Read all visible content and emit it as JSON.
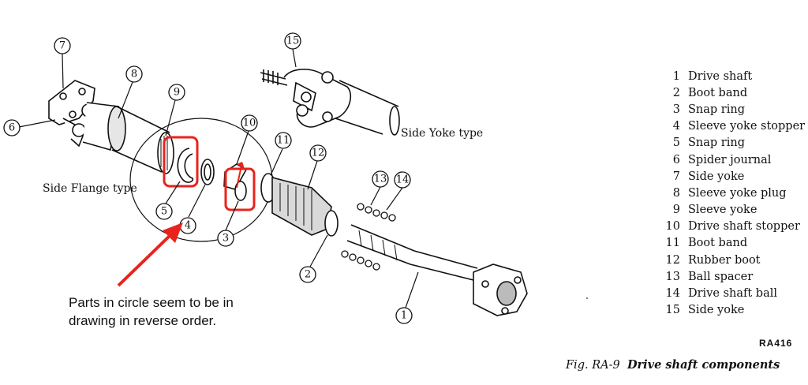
{
  "figure": {
    "caption_prefix": "Fig. RA-9",
    "caption_title": "Drive shaft components",
    "code": "RA416",
    "side_flange_label": "Side Flange type",
    "side_yoke_label": "Side Yoke type"
  },
  "annotation": {
    "line1": "Parts in circle seem to be in",
    "line2": "drawing in reverse order.",
    "color": "#e8231c"
  },
  "callouts": [
    "1",
    "2",
    "3",
    "4",
    "5",
    "6",
    "7",
    "8",
    "9",
    "10",
    "11",
    "12",
    "13",
    "14",
    "15"
  ],
  "legend": [
    {
      "num": "1",
      "name": "Drive shaft"
    },
    {
      "num": "2",
      "name": "Boot band"
    },
    {
      "num": "3",
      "name": "Snap ring"
    },
    {
      "num": "4",
      "name": "Sleeve yoke stopper"
    },
    {
      "num": "5",
      "name": "Snap ring"
    },
    {
      "num": "6",
      "name": "Spider journal"
    },
    {
      "num": "7",
      "name": "Side yoke"
    },
    {
      "num": "8",
      "name": "Sleeve yoke plug"
    },
    {
      "num": "9",
      "name": "Sleeve yoke"
    },
    {
      "num": "10",
      "name": "Drive shaft stopper"
    },
    {
      "num": "11",
      "name": "Boot band"
    },
    {
      "num": "12",
      "name": "Rubber boot"
    },
    {
      "num": "13",
      "name": "Ball spacer"
    },
    {
      "num": "14",
      "name": "Drive shaft ball"
    },
    {
      "num": "15",
      "name": "Side yoke"
    }
  ]
}
